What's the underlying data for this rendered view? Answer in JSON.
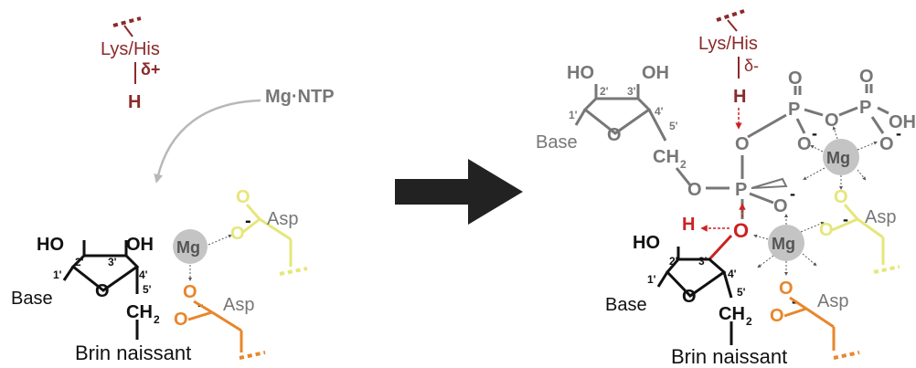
{
  "colors": {
    "black": "#111111",
    "grey": "#777777",
    "red": "#cc2222",
    "darkred": "#8b2a2a",
    "orange": "#e8862a",
    "yellow": "#e6e67a",
    "mg_fill": "#c4c4c4",
    "arrow": "#222222",
    "curve_arrow": "#b8b8b8"
  },
  "left": {
    "residue": "Lys/His",
    "charge": "δ+",
    "hydrogen": "H",
    "substrate": "Mg·NTP",
    "ho1": "HO",
    "oh1": "OH",
    "ring_o": "O",
    "c1": "1'",
    "c2": "2'",
    "c3": "3'",
    "c4": "4'",
    "c5": "5'",
    "ch": "CH",
    "ch_sub": "2",
    "base": "Base",
    "mg": "Mg",
    "asp_top": "Asp",
    "asp_bottom": "Asp",
    "o_a": "O",
    "o_minus_a": "-",
    "o_b": "O",
    "o_c": "O",
    "o_minus_c": "-",
    "o_d": "O",
    "caption": "Brin naissant"
  },
  "right": {
    "residue": "Lys/His",
    "charge": "δ-",
    "hydrogen": "H",
    "h_attack": "H",
    "ntp_ho": "HO",
    "ntp_oh": "OH",
    "ntp_ring_o": "O",
    "ntp_c1": "1'",
    "ntp_c2": "2'",
    "ntp_c3": "3'",
    "ntp_c4": "4'",
    "ntp_c5": "5'",
    "ntp_ch": "CH",
    "ntp_ch_sub": "2",
    "ntp_base": "Base",
    "p_alpha": "P",
    "p_beta": "P",
    "p_gamma": "P",
    "o_p1_top": "O",
    "o_p2_top": "O",
    "o_bridge1": "O",
    "o_bridge2": "O",
    "o_bridge3": "O",
    "o_ester": "O",
    "o_m1": "O",
    "m1": "-",
    "o_m2": "O",
    "m2": "-",
    "o_end": "OH",
    "o_end_minus": "O",
    "m3": "-",
    "o_attack": "O",
    "mg_top": "Mg",
    "mg_bottom": "Mg",
    "asp_top": "Asp",
    "asp_bottom": "Asp",
    "asp1_o1": "O",
    "asp1_m": "-",
    "asp1_o2": "O",
    "asp2_o1": "O",
    "asp2_o2": "O",
    "asp2_m": "-",
    "ho": "HO",
    "ring_o": "O",
    "c1": "1'",
    "c2": "2'",
    "c3": "3'",
    "c4": "4'",
    "c5": "5'",
    "ch": "CH",
    "ch_sub": "2",
    "base": "Base",
    "caption": "Brin naissant"
  }
}
